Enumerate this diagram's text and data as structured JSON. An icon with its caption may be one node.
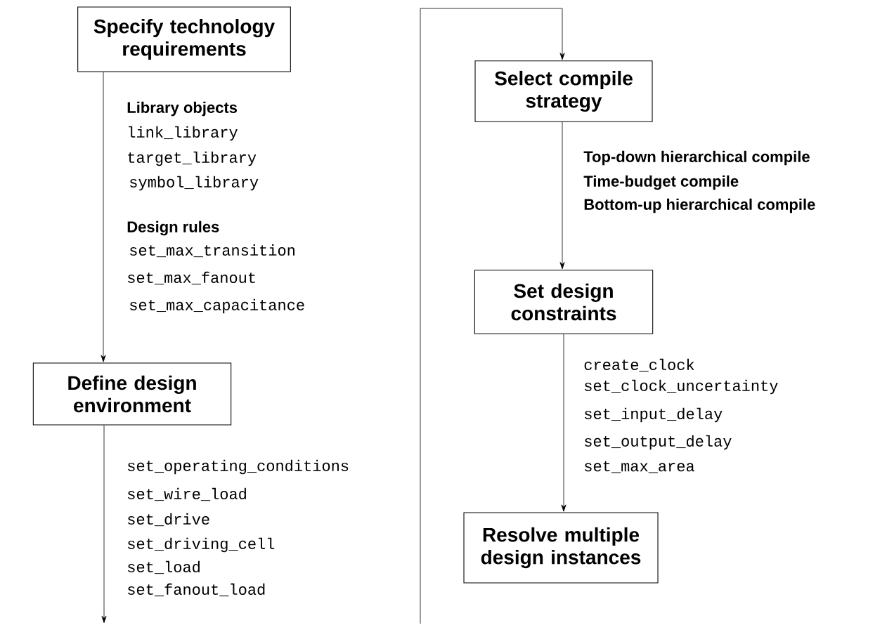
{
  "diagram": {
    "nodes": [
      {
        "text": [
          "Specify technology requirements"
        ]
      },
      {
        "text": [
          "Define design environment"
        ]
      },
      {
        "text": [
          "Select compile strategy"
        ]
      },
      {
        "text": [
          "Set design constraints"
        ]
      },
      {
        "text": [
          "Resolve multiple design instances"
        ]
      }
    ],
    "edges": [
      {
        "from": 0,
        "to": 1,
        "arrow": "to"
      },
      {
        "from": 1,
        "to": null,
        "arrow": "to"
      },
      {
        "from": null,
        "to": 2,
        "arrow": "to"
      },
      {
        "from": 2,
        "to": 3,
        "arrow": "to"
      },
      {
        "from": 3,
        "to": 4,
        "arrow": "to"
      }
    ],
    "labels": [
      "Library objects",
      "link_library",
      "target_library",
      "symbol_library",
      "Design rules",
      "set_max_transition",
      "set_max_fanout",
      "set_max_capacitance",
      "set_operating_conditions",
      "set_wire_load",
      "set_drive",
      "set_driving_cell",
      "set_load",
      "set_fanout_load",
      "Top-down hierarchical compile",
      "Time-budget compile",
      "Bottom-up hierarchical compile",
      "create_clock",
      "set_clock_uncertainty",
      "set_input_delay",
      "set_output_delay",
      "set_max_area"
    ]
  }
}
